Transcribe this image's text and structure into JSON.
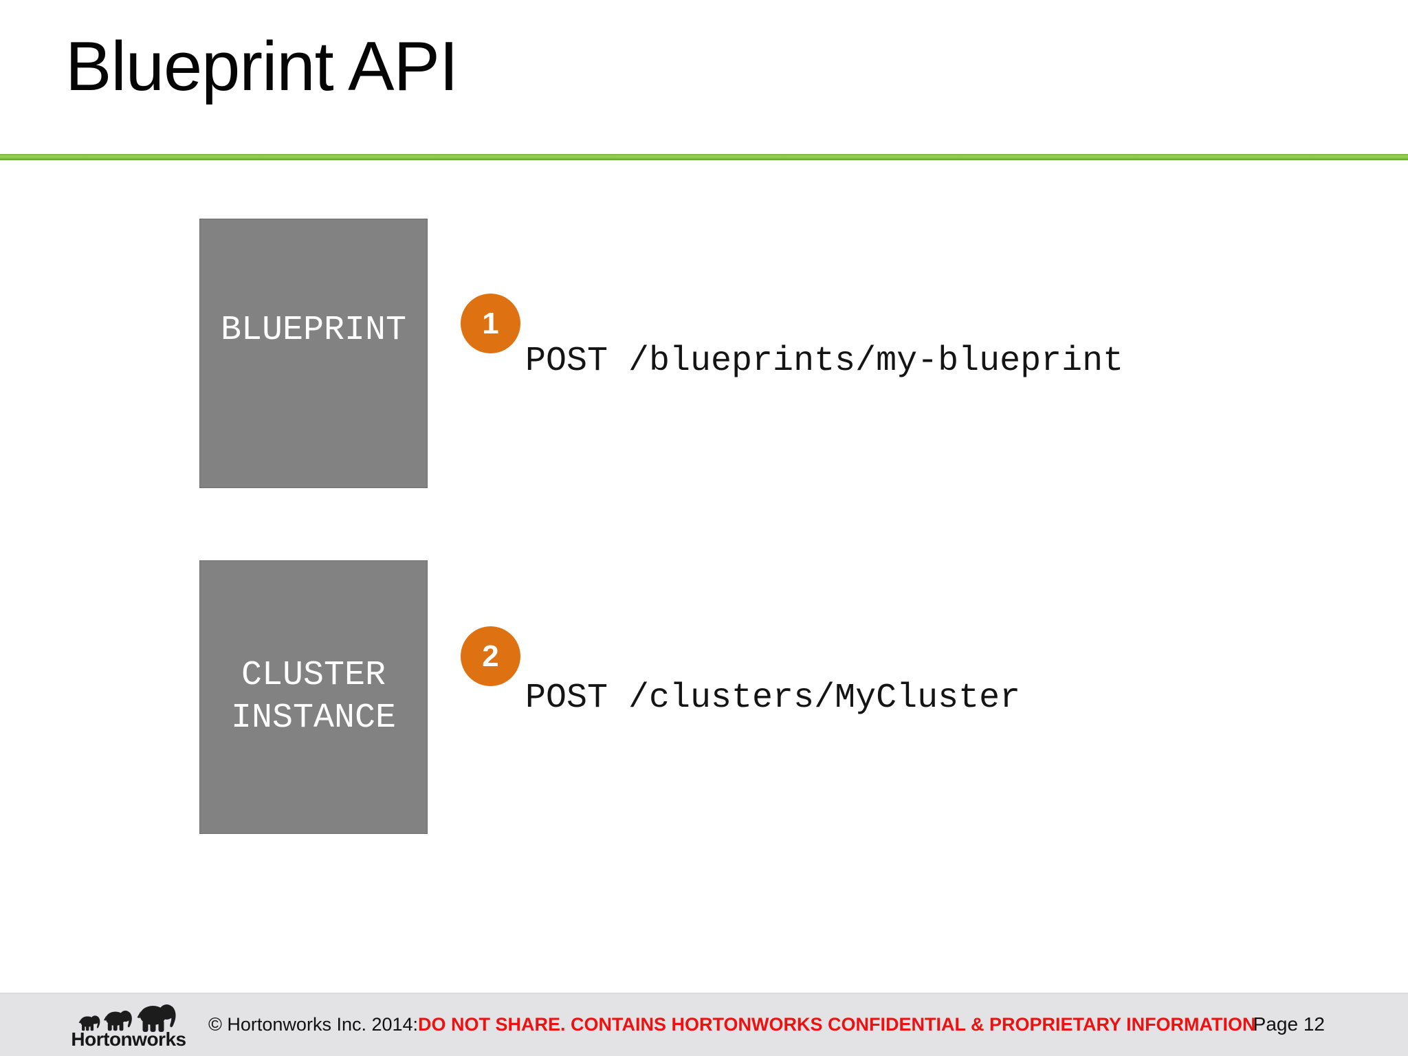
{
  "slide": {
    "title": "Blueprint API",
    "steps": [
      {
        "number": "1",
        "box_lines": [
          "BLUEPRINT"
        ],
        "endpoint": "POST /blueprints/my-blueprint"
      },
      {
        "number": "2",
        "box_lines": [
          "CLUSTER",
          "INSTANCE"
        ],
        "endpoint": "POST /clusters/MyCluster"
      }
    ],
    "colors": {
      "accent_green": "#76b82a",
      "box_gray": "#828282",
      "badge_orange": "#de7112",
      "endpoint_text": "#141414",
      "footer_bg": "#e3e3e5",
      "confidential_red": "#ee1111"
    }
  },
  "footer": {
    "logo": {
      "icon": "hortonworks-elephants-logo",
      "wordmark": "Hortonworks"
    },
    "copyright_prefix": "© Hortonworks Inc. 2014: ",
    "confidential_text": "DO NOT SHARE. CONTAINS HORTONWORKS CONFIDENTIAL & PROPRIETARY INFORMATION",
    "page_label": "Page 12"
  }
}
